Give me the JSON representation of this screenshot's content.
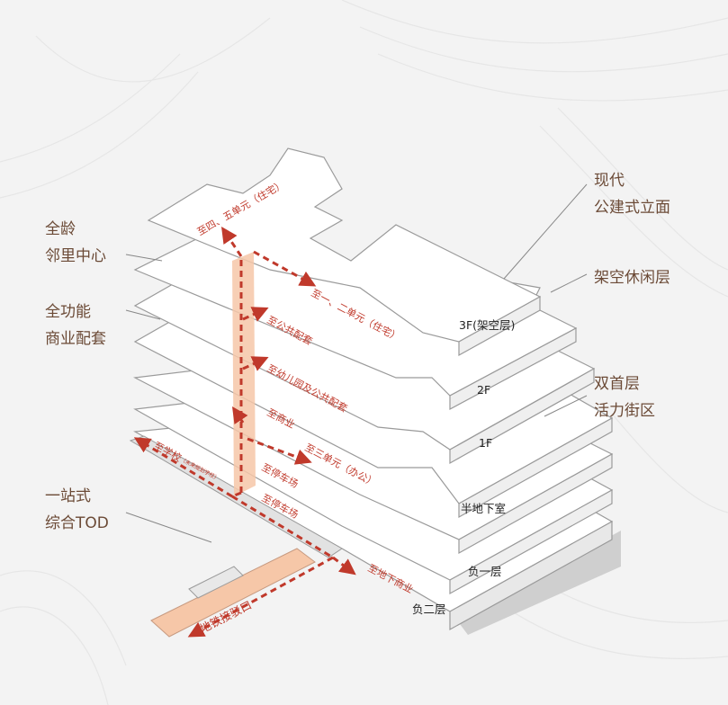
{
  "left_callouts": {
    "senior_center": [
      "全龄",
      "邻里中心"
    ],
    "commercial": [
      "全功能",
      "商业配套"
    ],
    "tod": [
      "一站式",
      "综合TOD"
    ]
  },
  "right_callouts": {
    "facade": [
      "现代",
      "公建式立面"
    ],
    "stilt_floor": "架空休闲层",
    "street": [
      "双首层",
      "活力街区"
    ]
  },
  "floors": {
    "f3": "3F(架空层)",
    "f2": "2F",
    "f1": "1F",
    "semi_basement": "半地下室",
    "b1": "负一层",
    "b2": "负二层"
  },
  "routes": {
    "to_units_4_5": "至四、五单元（住宅）",
    "to_units_1_2": "至一、二单元（住宅）",
    "to_public": "至公共配套",
    "to_kindergarten": "至幼儿园及公共配套",
    "to_commerce": "至商业",
    "to_unit_3": "至三单元（办公）",
    "to_parking_1": "至停车场",
    "to_parking_2": "至停车场",
    "to_school": "至学校",
    "to_school_note": "（未来规划学校）",
    "to_underground": "至地下商业",
    "metro": "地铁接驳口"
  },
  "colors": {
    "accent": "#c0392b",
    "callout_text": "#6b4a36",
    "peach": "#f6c7a8",
    "slab": "#ffffff",
    "slab_edge": "#9a9a9a",
    "shadow": "#cfcfcf"
  }
}
